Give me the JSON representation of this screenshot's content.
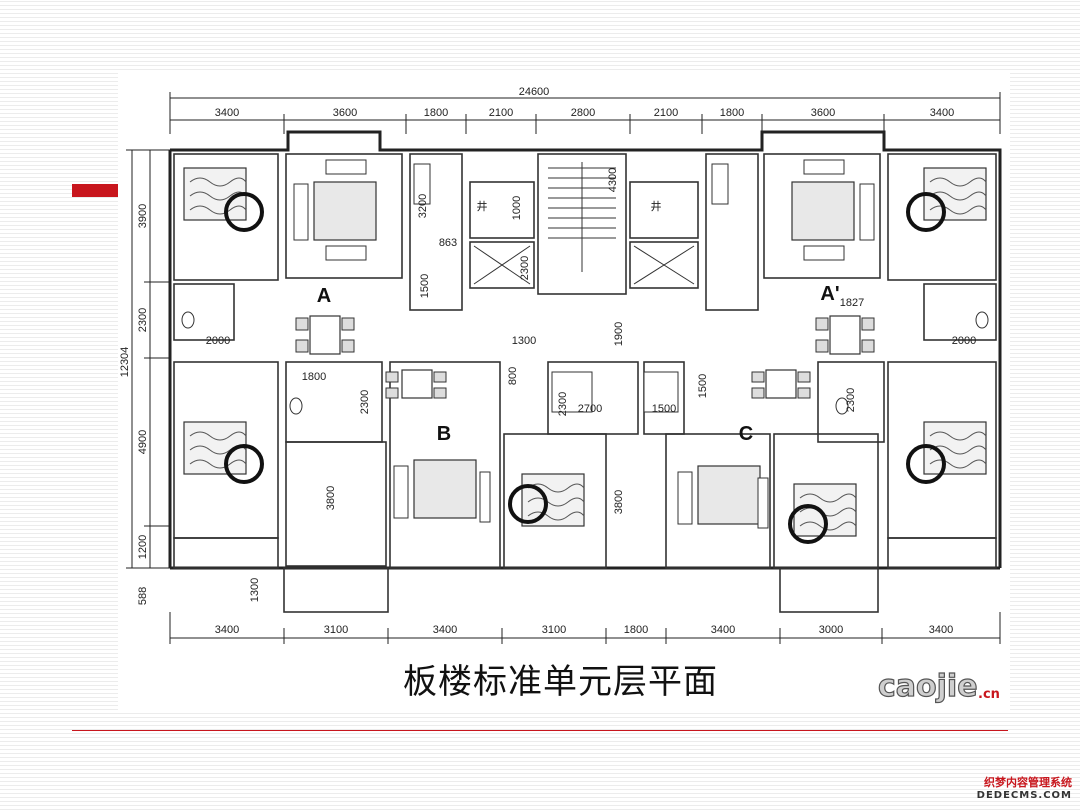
{
  "plan": {
    "title": "板楼标准单元层平面",
    "overall_width": "24600",
    "overall_depth": "12304",
    "top_dims": [
      "3400",
      "3600",
      "1800",
      "2100",
      "2800",
      "2100",
      "1800",
      "3600",
      "3400"
    ],
    "bottom_dims": [
      "3400",
      "3100",
      "3400",
      "3100",
      "1800",
      "3400",
      "3000",
      "3400"
    ],
    "left_dims": [
      "3900",
      "2300",
      "4900",
      "1200"
    ],
    "left_extra": "588",
    "inner_dims": [
      "1000",
      "1500",
      "2300",
      "1300",
      "800",
      "1900",
      "2700",
      "1500",
      "2300",
      "1500",
      "3200",
      "863",
      "4300",
      "1827",
      "2000",
      "2000",
      "1800",
      "2300",
      "3800",
      "3800",
      "2300",
      "1300"
    ],
    "units": [
      "A",
      "A'",
      "B",
      "C"
    ],
    "shaft_label": "井",
    "colors": {
      "accent_red": "#c8161d",
      "wall": "#222222",
      "text": "#111111"
    }
  },
  "logo": {
    "text": "caojie",
    "suffix": ".cn"
  },
  "watermark": {
    "cn": "织梦内容管理系统",
    "en": "DEDECMS.COM"
  }
}
